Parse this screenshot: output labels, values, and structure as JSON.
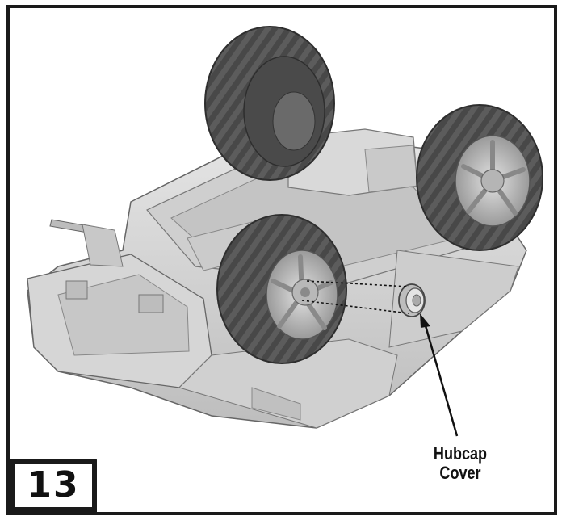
{
  "step": {
    "number": "13"
  },
  "callout": {
    "line1": "Hubcap",
    "line2": "Cover"
  },
  "colors": {
    "frame": "#1a1a1a",
    "body": "#d4d4d4",
    "tire": "#5a5a5a",
    "rim": "#c8c8c8",
    "text": "#111111"
  }
}
